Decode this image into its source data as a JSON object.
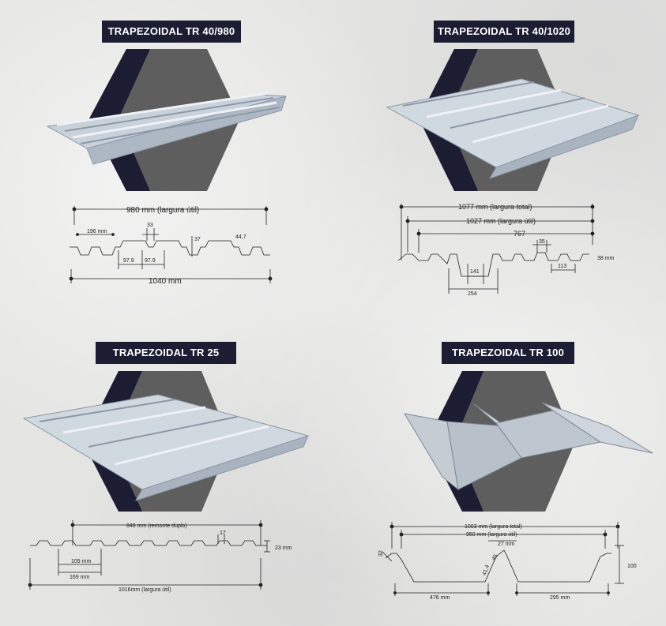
{
  "products": [
    {
      "title": "TRAPEZOIDAL TR 40/980",
      "dims": {
        "useful_width": "980 mm (largura útil)",
        "d196": "196 mm",
        "d33": "33",
        "d37": "37",
        "d447": "44,7",
        "d979a": "97.9",
        "d979b": "97.9",
        "total": "1040 mm"
      }
    },
    {
      "title": "TRAPEZOIDAL TR 40/1020",
      "dims": {
        "total_width": "1077 mm (largura total)",
        "useful_width": "1027 mm (largura útil)",
        "d767": "767",
        "d35": "35",
        "d141": "141",
        "d113": "113",
        "d254": "254",
        "height": "38 mm"
      }
    },
    {
      "title": "TRAPEZOIDAL TR 25",
      "dims": {
        "overlap_width": "848 mm (remonte duplo)",
        "d17": "17",
        "height": "23 mm",
        "d109": "109 mm",
        "d169": "169 mm",
        "useful_width": "1016mm (largura útil)"
      }
    },
    {
      "title": "TRAPEZOIDAL TR 100",
      "dims": {
        "total_width": "1003 mm (largura total)",
        "useful_width": "950 mm (largura útil)",
        "d27": "27 mm",
        "d32": "32",
        "d45": "45",
        "d414": "41,4",
        "d476": "476 mm",
        "d295": "295 mm",
        "d100": "100"
      }
    }
  ],
  "colors": {
    "title_bg": "#1c1d33",
    "hex_dark": "#1c1d33",
    "hex_gray": "#5c5c5c",
    "line": "#222222"
  },
  "icons": [
    "hexagon-backdrop",
    "corrugated-sheet"
  ]
}
